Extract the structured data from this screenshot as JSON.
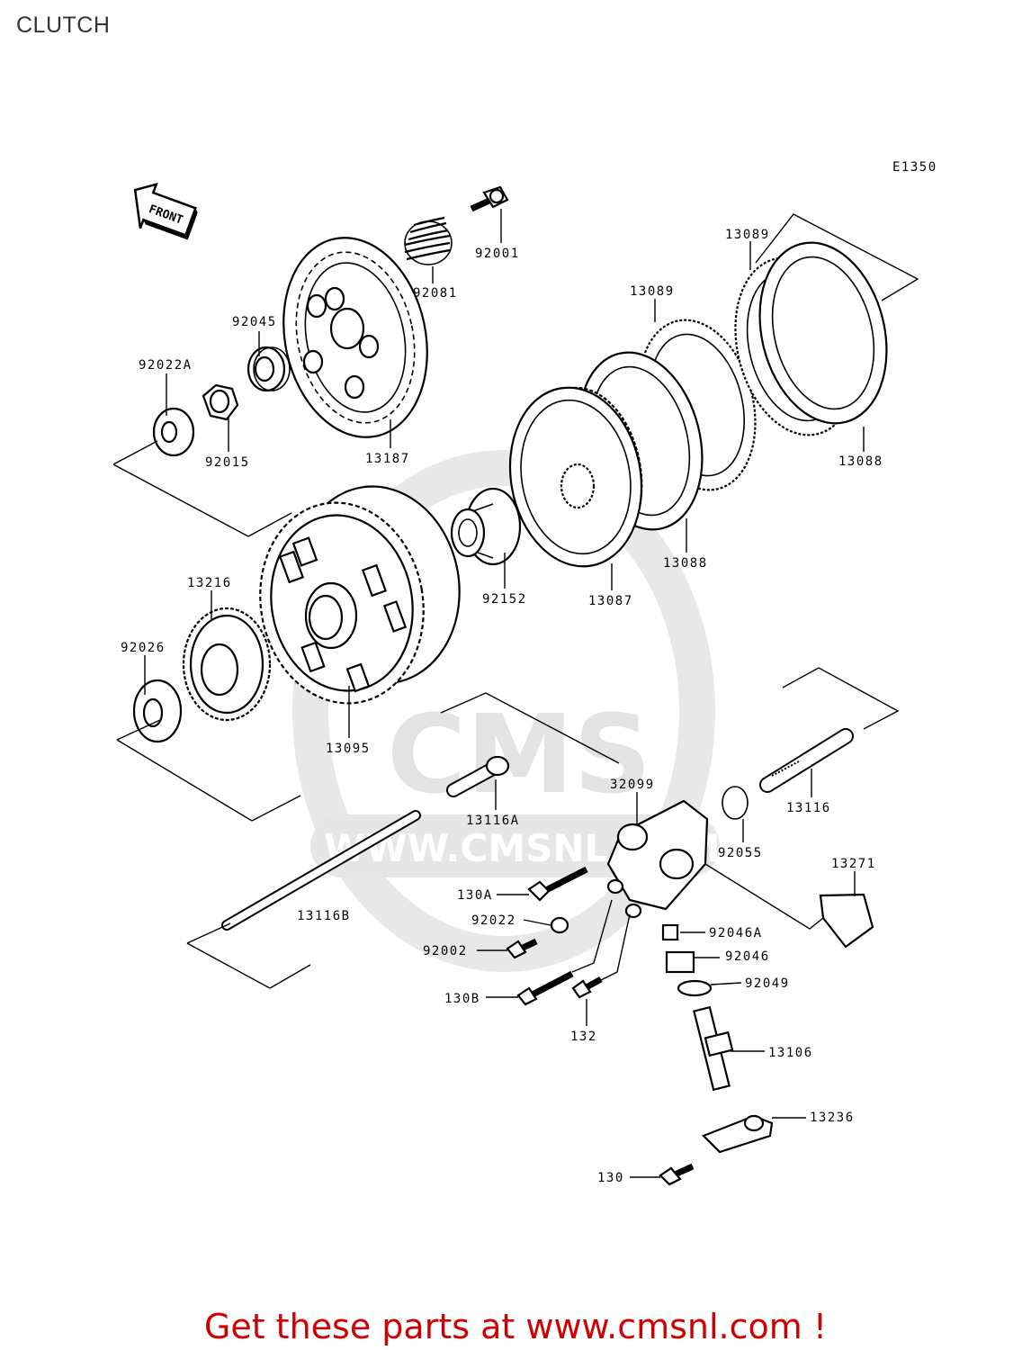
{
  "page_title": "CLUTCH",
  "diagram_code": "E1350",
  "front_arrow_label": "FRONT",
  "watermark": {
    "text": "WWW.CMSNL.COM",
    "brand": "CMS"
  },
  "footer": "Get these parts at www.cmsnl.com !",
  "colors": {
    "footer_text": "#d10000",
    "title_text": "#333333",
    "watermark": "#e4e4e4",
    "line": "#000000"
  },
  "parts": [
    {
      "number": "92001"
    },
    {
      "number": "92081"
    },
    {
      "number": "92045"
    },
    {
      "number": "92022A"
    },
    {
      "number": "92015"
    },
    {
      "number": "13187"
    },
    {
      "number": "13089"
    },
    {
      "number": "13089"
    },
    {
      "number": "13088"
    },
    {
      "number": "13088"
    },
    {
      "number": "13087"
    },
    {
      "number": "92152"
    },
    {
      "number": "13216"
    },
    {
      "number": "92026"
    },
    {
      "number": "13095"
    },
    {
      "number": "13116A"
    },
    {
      "number": "32099"
    },
    {
      "number": "13116"
    },
    {
      "number": "92055"
    },
    {
      "number": "13271"
    },
    {
      "number": "130A"
    },
    {
      "number": "92022"
    },
    {
      "number": "13116B"
    },
    {
      "number": "92046A"
    },
    {
      "number": "92002"
    },
    {
      "number": "92046"
    },
    {
      "number": "92049"
    },
    {
      "number": "130B"
    },
    {
      "number": "132"
    },
    {
      "number": "13106"
    },
    {
      "number": "13236"
    },
    {
      "number": "130"
    }
  ]
}
